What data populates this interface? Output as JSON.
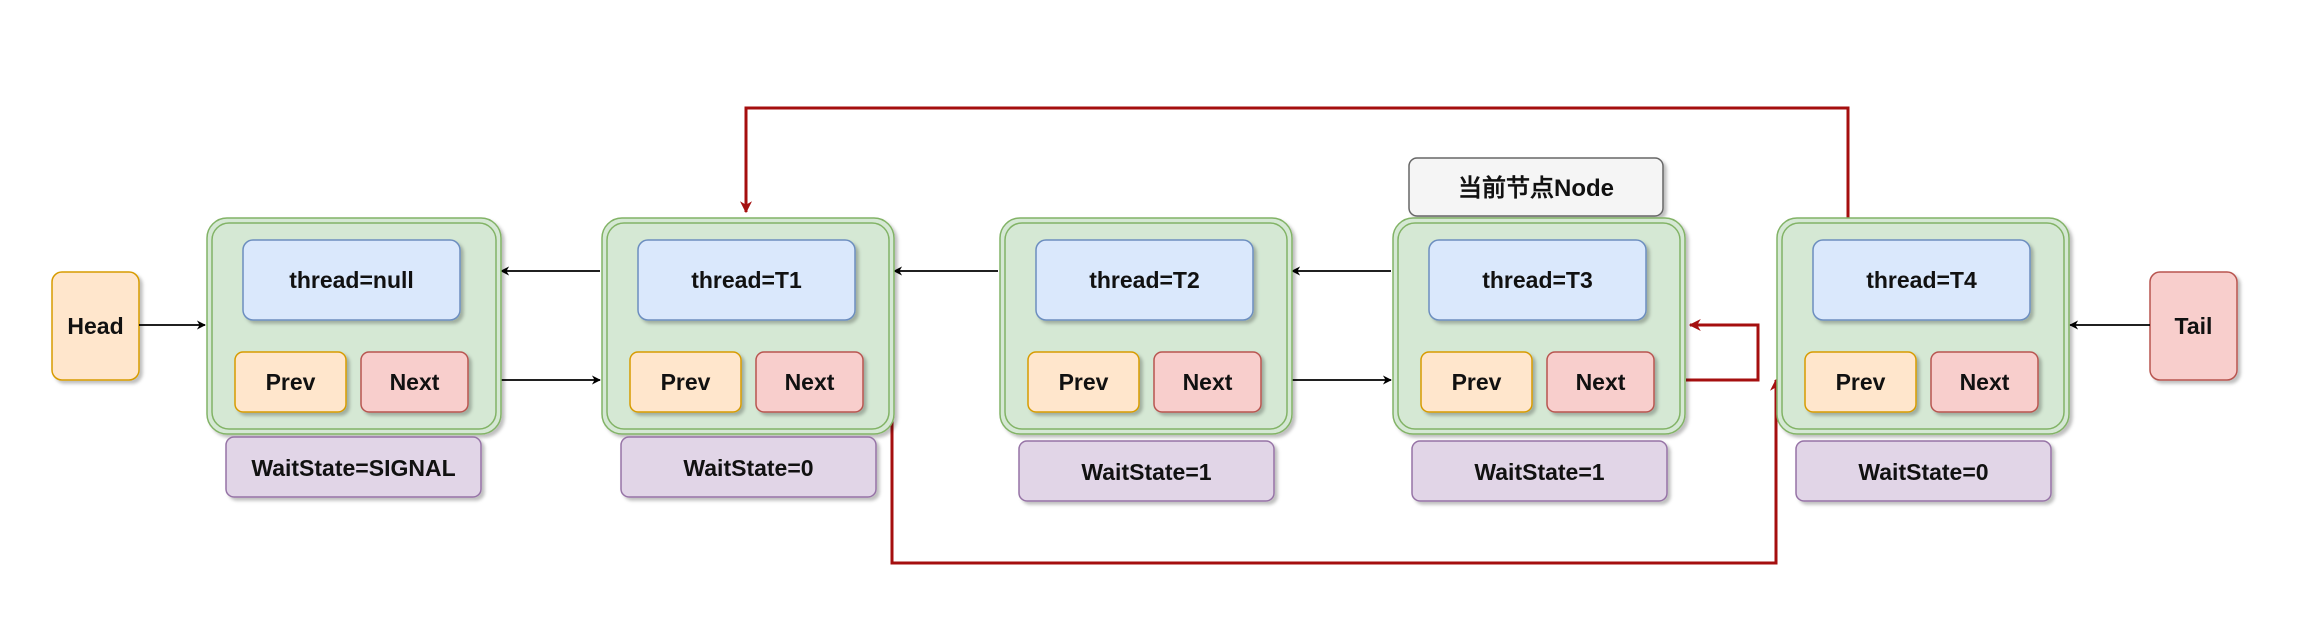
{
  "head": {
    "label": "Head"
  },
  "tail": {
    "label": "Tail"
  },
  "current_node_label": "当前节点Node",
  "nodes": [
    {
      "thread": "thread=null",
      "prev": "Prev",
      "next": "Next",
      "waitstate": "WaitState=SIGNAL"
    },
    {
      "thread": "thread=T1",
      "prev": "Prev",
      "next": "Next",
      "waitstate": "WaitState=0"
    },
    {
      "thread": "thread=T2",
      "prev": "Prev",
      "next": "Next",
      "waitstate": "WaitState=1"
    },
    {
      "thread": "thread=T3",
      "prev": "Prev",
      "next": "Next",
      "waitstate": "WaitState=1"
    },
    {
      "thread": "thread=T4",
      "prev": "Prev",
      "next": "Next",
      "waitstate": "WaitState=0"
    }
  ],
  "colors": {
    "node_fill": "#d5e8d4",
    "node_stroke": "#82b366",
    "thread_fill": "#dae8fc",
    "thread_stroke": "#6c8ebf",
    "prev_fill": "#ffe6cc",
    "prev_stroke": "#d79b00",
    "next_fill": "#f8cecc",
    "next_stroke": "#b85450",
    "wait_fill": "#e1d5e7",
    "wait_stroke": "#9673a6",
    "label_fill": "#f5f5f5",
    "label_stroke": "#666666",
    "red_arrow": "#a50f0f",
    "black_arrow": "#000000"
  }
}
